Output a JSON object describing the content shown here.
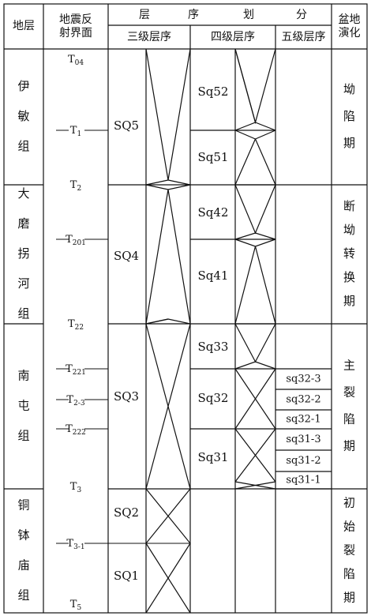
{
  "headers": {
    "strata": "地层",
    "seismic": [
      "地震反",
      "射界面"
    ],
    "sequence_division": [
      "层",
      "序",
      "划",
      "分"
    ],
    "third_order": "三级层序",
    "fourth_order": "四级层序",
    "fifth_order": "五级层序",
    "basin_evolution": [
      "盆地",
      "演化"
    ]
  },
  "strata": [
    {
      "name": "伊敏组"
    },
    {
      "name": "大磨拐河组"
    },
    {
      "name": "南屯组"
    },
    {
      "name": "铜钵庙组"
    }
  ],
  "reflectors": [
    {
      "main": "T",
      "sub": "04"
    },
    {
      "main": "T",
      "sub": "1"
    },
    {
      "main": "T",
      "sub": "2"
    },
    {
      "main": "T",
      "sub": "201"
    },
    {
      "main": "T",
      "sub": "22"
    },
    {
      "main": "T",
      "sub": "221"
    },
    {
      "main": "T",
      "sub": "2-3"
    },
    {
      "main": "T",
      "sub": "222"
    },
    {
      "main": "T",
      "sub": "3"
    },
    {
      "main": "T",
      "sub": "3-1"
    },
    {
      "main": "T",
      "sub": "5"
    }
  ],
  "third_order_sequences": [
    "SQ5",
    "SQ4",
    "SQ3",
    "SQ2",
    "SQ1"
  ],
  "fourth_order_sequences": [
    "Sq52",
    "Sq51",
    "Sq42",
    "Sq41",
    "Sq33",
    "Sq32",
    "Sq31"
  ],
  "fifth_order_sequences": [
    "sq32-3",
    "sq32-2",
    "sq32-1",
    "sq31-3",
    "sq31-2",
    "sq31-1"
  ],
  "basin_stages": [
    {
      "name": "坳陷期"
    },
    {
      "name": "断坳转换期"
    },
    {
      "name": "主裂陷期"
    },
    {
      "name": "初始裂陷期"
    }
  ]
}
